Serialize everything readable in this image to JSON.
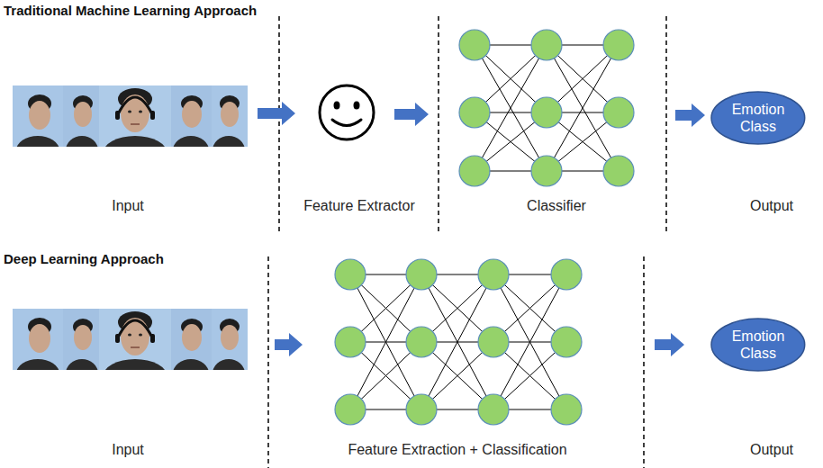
{
  "diagram": {
    "nodes": [
      {
        "text": [
          "Emotion Class"
        ]
      },
      {
        "text": [
          "Emotion Class"
        ]
      }
    ],
    "labels": [
      "Traditional Machine Learning Approach",
      "Input",
      "Feature Extractor",
      "Classifier",
      "Output",
      "Deep Learning Approach",
      "Input",
      "Feature Extraction + Classification",
      "Output"
    ]
  }
}
